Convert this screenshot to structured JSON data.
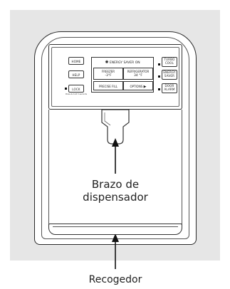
{
  "panel": {
    "left_buttons": [
      {
        "label": "HOME"
      },
      {
        "label": "HELP"
      },
      {
        "label": "LOCK"
      }
    ],
    "lock_note": "Press & hold 3 seconds",
    "right_buttons": [
      {
        "line1": "TURBO",
        "line2": "COOL"
      },
      {
        "line1": "ENERGY",
        "line2": "SAVER"
      },
      {
        "line1": "DOOR",
        "line2": "ALARM"
      }
    ],
    "display": {
      "energy_saver": "ENERGY SAVER ON",
      "freezer_label": "FREEZER",
      "freezer_value": "-3°F",
      "refrigerator_label": "REFRIGERATOR",
      "refrigerator_value": "34 °F",
      "precise_fill": "PRECISE FILL",
      "options": "OPTIONS"
    }
  },
  "labels": {
    "dispenser_arm_line1": "Brazo de",
    "dispenser_arm_line2": "dispensador",
    "drip_tray": "Recogedor"
  }
}
